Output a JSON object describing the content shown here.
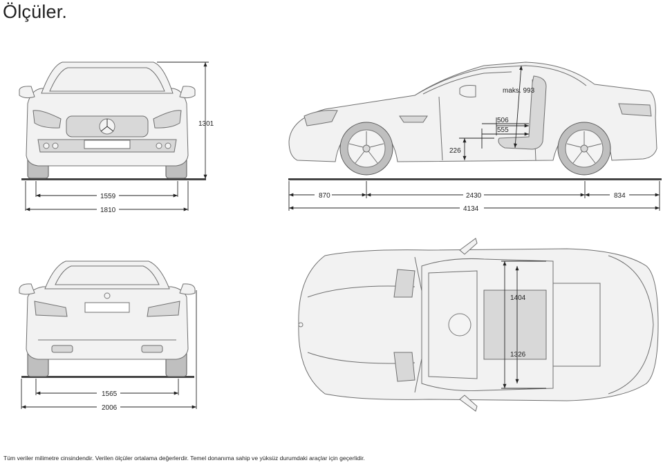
{
  "title": "Ölçüler.",
  "footnote": "Tüm veriler milimetre cinsindendir. Verilen ölçüler ortalama değerlerdir. Temel donanıma sahip ve yüksüz durumdaki araçlar için geçerlidir.",
  "dimensions": {
    "front_height": "1301",
    "front_track": "1559",
    "front_width": "1810",
    "front_overhang": "870",
    "wheelbase": "2430",
    "rear_overhang": "834",
    "overall_length": "4134",
    "max_headroom": "maks. 993",
    "seat_506": "506",
    "seat_555": "555",
    "seat_height": "226",
    "rear_track": "1565",
    "mirror_width": "2006",
    "width_1404": "1404",
    "width_1326": "1326"
  }
}
